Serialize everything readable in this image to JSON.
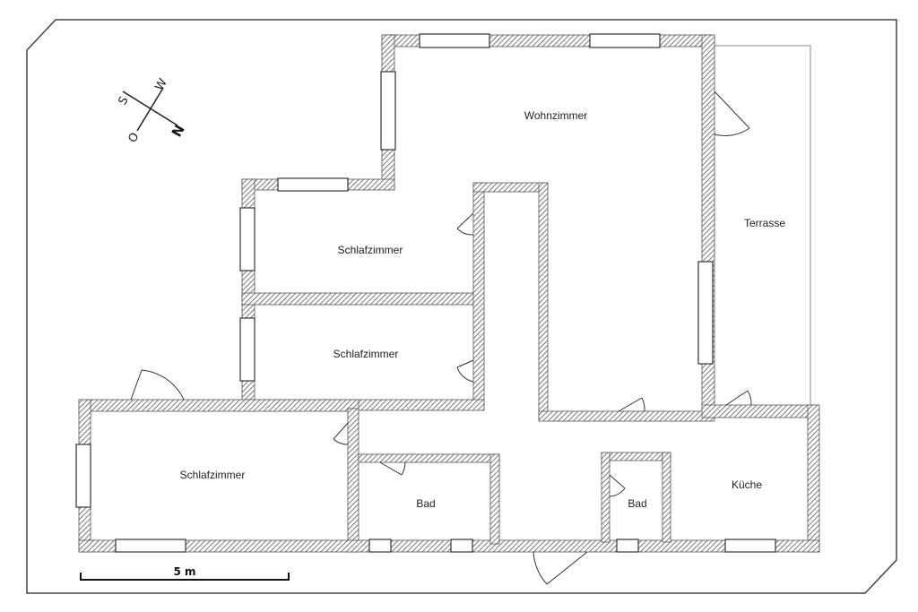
{
  "rooms": {
    "wohnzimmer": "Wohnzimmer",
    "terrasse": "Terrasse",
    "schlafzimmer_1": "Schlafzimmer",
    "schlafzimmer_2": "Schlafzimmer",
    "schlafzimmer_3": "Schlafzimmer",
    "bad_1": "Bad",
    "bad_2": "Bad",
    "kueche": "Küche"
  },
  "compass": {
    "s": "S",
    "w": "W",
    "o": "O",
    "n": "N"
  },
  "scale": {
    "label": "5 m"
  },
  "colors": {
    "wall_fill": "#ffffff",
    "wall_hatch": "#7a7a7a",
    "line": "#333333"
  }
}
